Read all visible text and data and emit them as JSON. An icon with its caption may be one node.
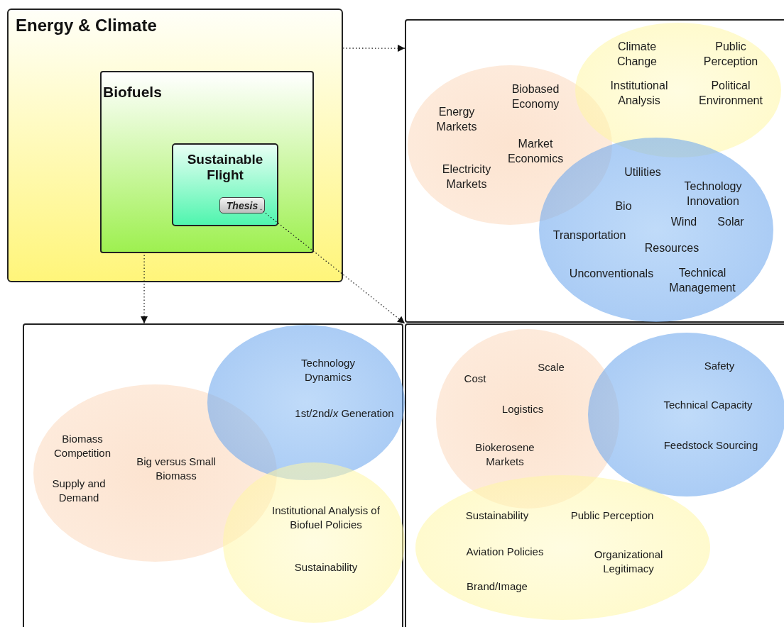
{
  "diagram": {
    "nodes": [
      {
        "text": [
          "Energy & Climate"
        ]
      },
      {
        "text": [
          "Biofuels"
        ],
        "in": 0
      },
      {
        "text": [
          "Sustainable Flight"
        ],
        "in": 1
      },
      {
        "text": [
          "Thesis"
        ],
        "in": 2
      },
      {
        "text": [],
        "shape": "box"
      },
      {
        "text": [
          "Energy Markets",
          "Biobased Economy",
          "Market Economics",
          "Electricity Markets"
        ],
        "in": 4
      },
      {
        "text": [
          "Climate Change",
          "Public Perception",
          "Institutional Analysis",
          "Political Environment"
        ],
        "in": 4
      },
      {
        "text": [
          "Utilities",
          "Technology Innovation",
          "Bio",
          "Wind",
          "Solar",
          "Transportation",
          "Resources",
          "Unconventionals",
          "Technical Management"
        ],
        "in": 4
      },
      {
        "text": [],
        "shape": "box"
      },
      {
        "text": [
          "Biomass Competition",
          "Supply and Demand",
          "Big versus Small Biomass"
        ],
        "in": 8
      },
      {
        "text": [
          "Technology Dynamics",
          "1st/2nd/*x* Generation"
        ],
        "in": 8
      },
      {
        "text": [
          "Institutional Analysis of Biofuel Policies",
          "Sustainability"
        ],
        "in": 8
      },
      {
        "text": [],
        "shape": "box"
      },
      {
        "text": [
          "Cost",
          "Scale",
          "Logistics",
          "Biokerosene Markets"
        ],
        "in": 12
      },
      {
        "text": [
          "Safety",
          "Technical Capacity",
          "Feedstock Sourcing"
        ],
        "in": 12
      },
      {
        "text": [
          "Sustainability",
          "Public Perception",
          "Aviation Policies",
          "Organizational Legitimacy",
          "Brand/Image"
        ],
        "in": 12
      }
    ],
    "edges": [
      {
        "from": 0,
        "to": 4,
        "arrow": "to"
      },
      {
        "from": 1,
        "to": 8,
        "arrow": "to"
      },
      {
        "from": 3,
        "to": 12,
        "arrow": "to"
      }
    ]
  }
}
